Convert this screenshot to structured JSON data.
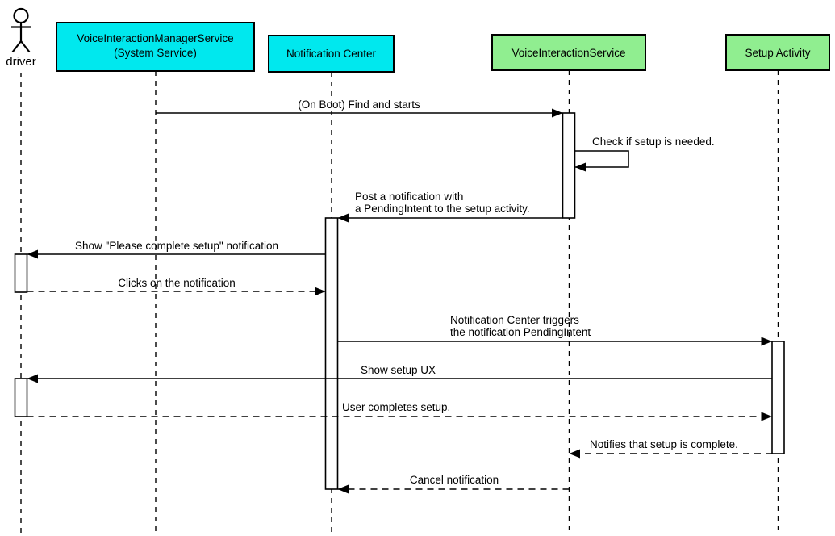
{
  "diagram": {
    "type": "uml-sequence-diagram",
    "colors": {
      "background": "#ffffff",
      "participant_cyan": "#00e8ee",
      "participant_green": "#90ee90",
      "stroke": "#000000",
      "text": "#000000"
    },
    "actor": {
      "label": "driver"
    },
    "participants": [
      {
        "id": "voice-interaction-manager-service",
        "lines": [
          "VoiceInteractionManagerService",
          "(System Service)"
        ],
        "fill": "participant_cyan"
      },
      {
        "id": "notification-center",
        "lines": [
          "Notification Center"
        ],
        "fill": "participant_cyan"
      },
      {
        "id": "voice-interaction-service",
        "lines": [
          "VoiceInteractionService"
        ],
        "fill": "participant_green"
      },
      {
        "id": "setup-activity",
        "lines": [
          "Setup Activity"
        ],
        "fill": "participant_green"
      }
    ],
    "messages": [
      {
        "from": "VoiceInteractionManagerService (System Service)",
        "to": "VoiceInteractionService",
        "style": "solid",
        "lines": [
          "(On Boot) Find and starts"
        ]
      },
      {
        "from": "VoiceInteractionService",
        "to": "VoiceInteractionService",
        "style": "solid-self",
        "lines": [
          "Check if setup is needed."
        ]
      },
      {
        "from": "VoiceInteractionService",
        "to": "Notification Center",
        "style": "solid",
        "lines": [
          "Post a notification with",
          "a PendingIntent to the setup activity."
        ]
      },
      {
        "from": "Notification Center",
        "to": "driver",
        "style": "solid",
        "lines": [
          "Show \"Please complete setup\" notification"
        ]
      },
      {
        "from": "driver",
        "to": "Notification Center",
        "style": "dashed",
        "lines": [
          "Clicks on the notification"
        ]
      },
      {
        "from": "Notification Center",
        "to": "Setup Activity",
        "style": "solid",
        "lines": [
          "Notification Center triggers",
          "the notification PendingIntent"
        ]
      },
      {
        "from": "Setup Activity",
        "to": "driver",
        "style": "solid",
        "lines": [
          "Show setup UX"
        ]
      },
      {
        "from": "driver",
        "to": "Setup Activity",
        "style": "dashed",
        "lines": [
          "User completes setup."
        ]
      },
      {
        "from": "Setup Activity",
        "to": "VoiceInteractionService",
        "style": "dashed",
        "lines": [
          "Notifies that setup is complete."
        ]
      },
      {
        "from": "VoiceInteractionService",
        "to": "Notification Center",
        "style": "dashed",
        "lines": [
          "Cancel notification"
        ]
      }
    ]
  }
}
